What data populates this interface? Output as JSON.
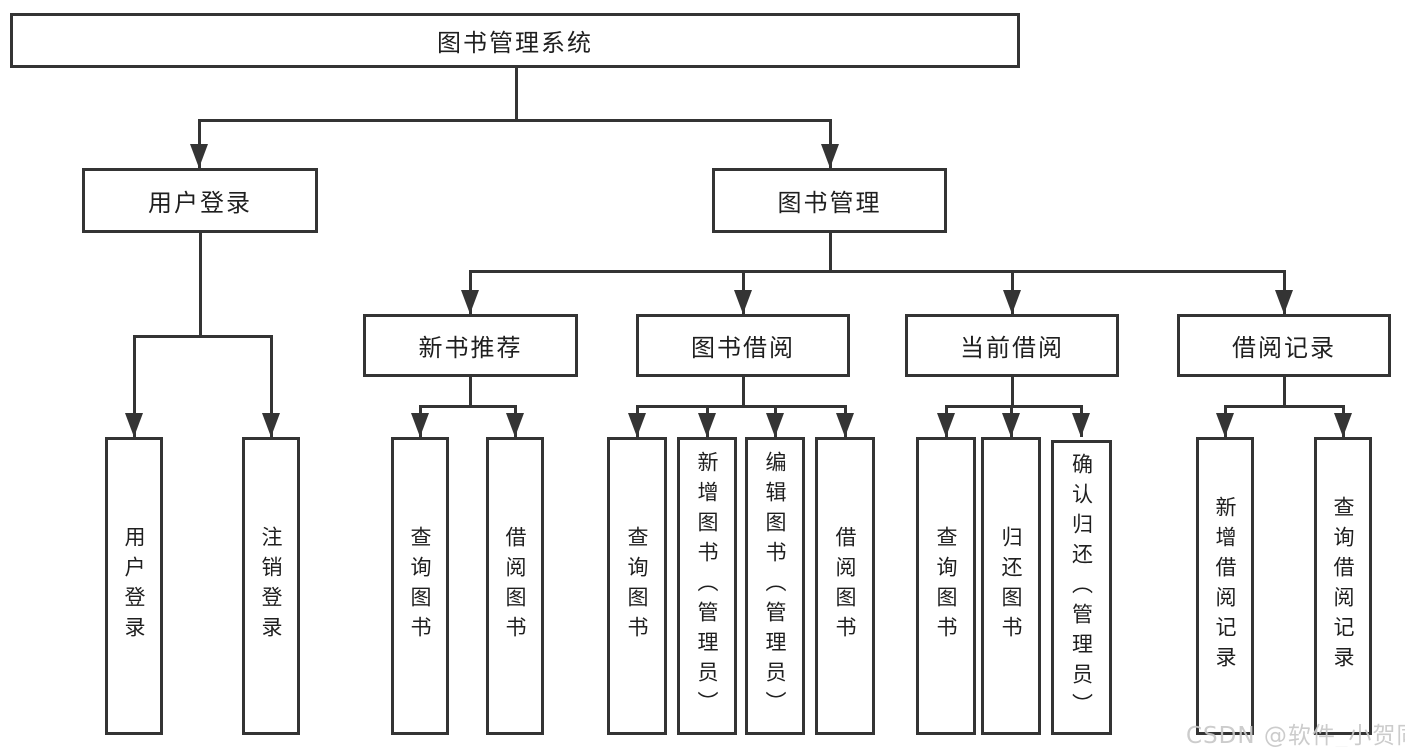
{
  "diagram": {
    "root": {
      "label": "图书管理系统"
    },
    "user_branch": {
      "label": "用户登录",
      "children": [
        {
          "label": "用户登录"
        },
        {
          "label": "注销登录"
        }
      ]
    },
    "mgmt_branch": {
      "label": "图书管理",
      "groups": [
        {
          "label": "新书推荐",
          "children": [
            {
              "label": "查询图书"
            },
            {
              "label": "借阅图书"
            }
          ]
        },
        {
          "label": "图书借阅",
          "children": [
            {
              "label": "查询图书"
            },
            {
              "label": "新增图书（管理员）"
            },
            {
              "label": "编辑图书（管理员）"
            },
            {
              "label": "借阅图书"
            }
          ]
        },
        {
          "label": "当前借阅",
          "children": [
            {
              "label": "查询图书"
            },
            {
              "label": "归还图书"
            },
            {
              "label": "确认归还（管理员）"
            }
          ]
        },
        {
          "label": "借阅记录",
          "children": [
            {
              "label": "新增借阅记录"
            },
            {
              "label": "查询借阅记录"
            }
          ]
        }
      ]
    }
  },
  "watermark": {
    "text": "CSDN @软件_小贺同学"
  },
  "colors": {
    "line": "#343434",
    "box_border": "#343434",
    "text": "#1f1f1f",
    "watermark": "#c8c8c8",
    "background": "#ffffff"
  }
}
